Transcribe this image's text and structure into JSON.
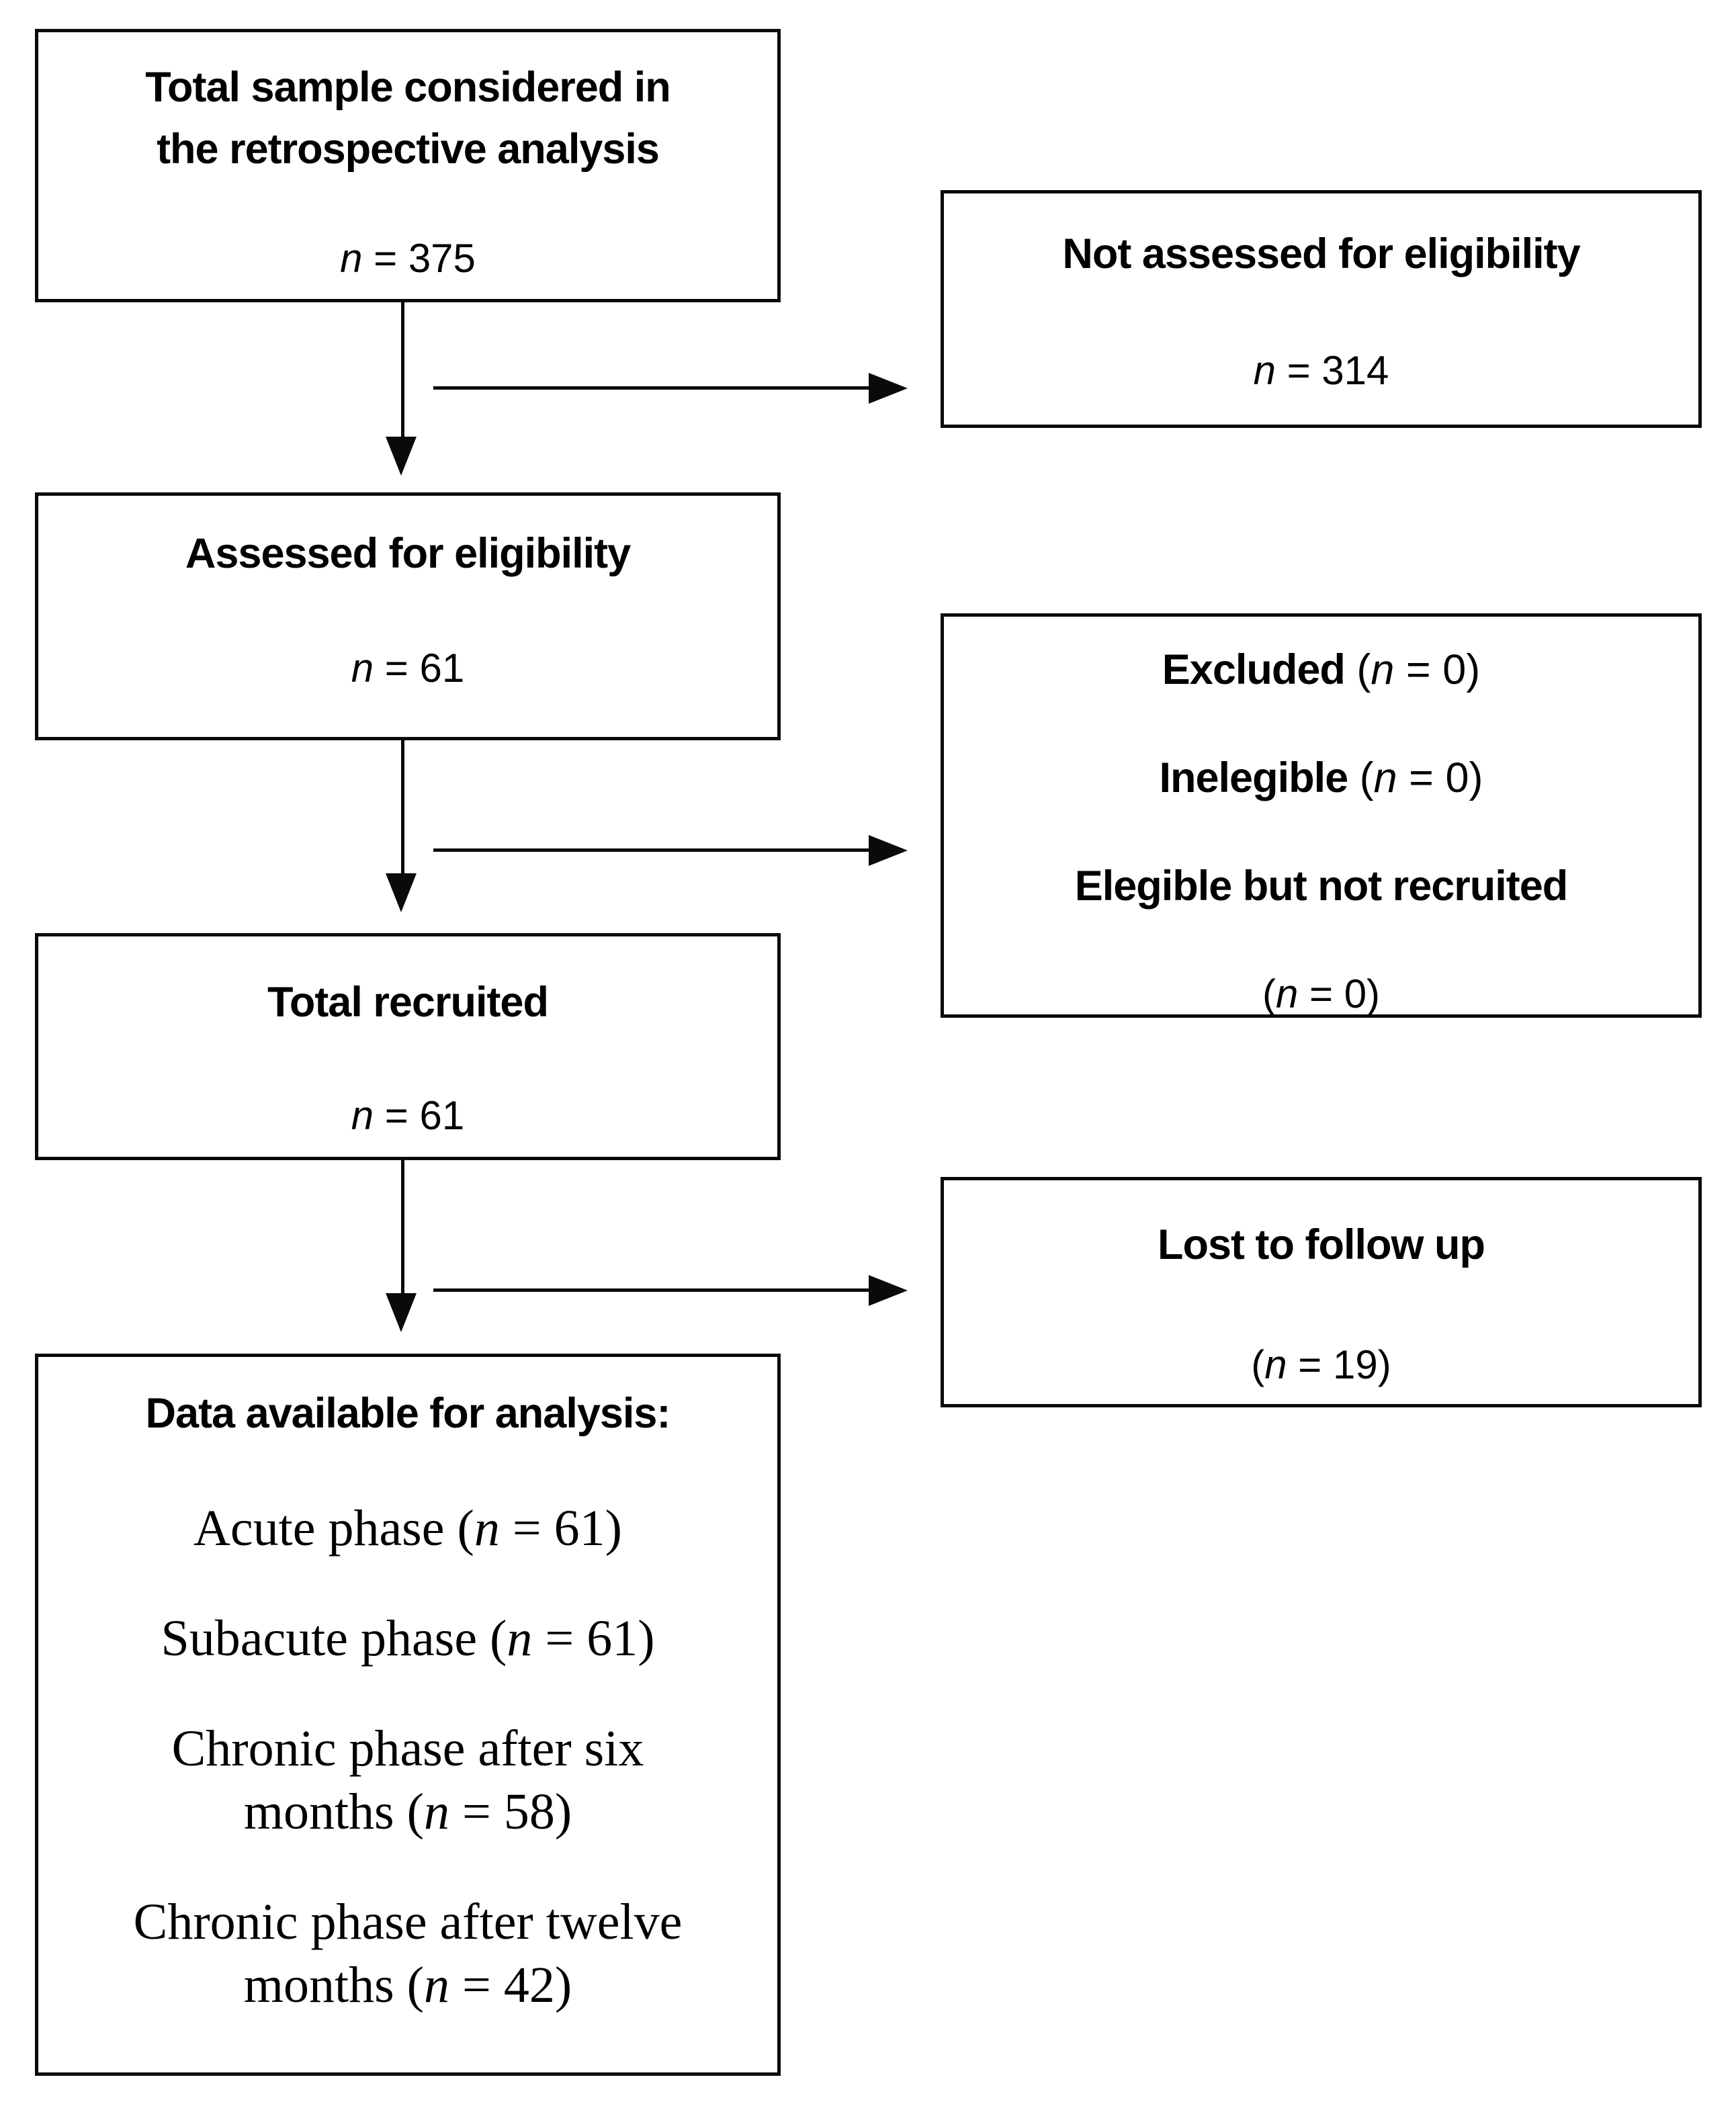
{
  "figure": {
    "left_column": {
      "box1": {
        "title_line1": "Total sample considered in",
        "title_line2": "the retrospective analysis",
        "n_text": "n = 375"
      },
      "box2": {
        "title": "Assessed for eligibility",
        "n_text": "n = 61"
      },
      "box3": {
        "title": "Total recruited",
        "n_text": "n = 61"
      },
      "box4": {
        "title": "Data available for analysis:",
        "items": [
          {
            "line1": "Acute phase (n = 61)",
            "line2": ""
          },
          {
            "line1": "Subacute phase (n = 61)",
            "line2": ""
          },
          {
            "line1": "Chronic phase after six",
            "line2": "months (n = 58)"
          },
          {
            "line1": "Chronic phase after twelve",
            "line2": "months (n = 42)"
          }
        ]
      }
    },
    "right_column": {
      "box1": {
        "title": "Not assessed for eligibility",
        "n_text": "n = 314"
      },
      "box2": {
        "excluded_bold": "Excluded",
        "excluded_rest": " (n = 0)",
        "inelegible_bold": "Inelegible",
        "inelegible_rest": " (n = 0)",
        "elegible_bold": "Elegible but not recruited",
        "elegible_n": "(n = 0)"
      },
      "box3": {
        "title": "Lost to follow up",
        "n_text": "(n = 19)"
      }
    },
    "colors": {
      "ink": "#000000",
      "background": "#ffffff"
    }
  }
}
